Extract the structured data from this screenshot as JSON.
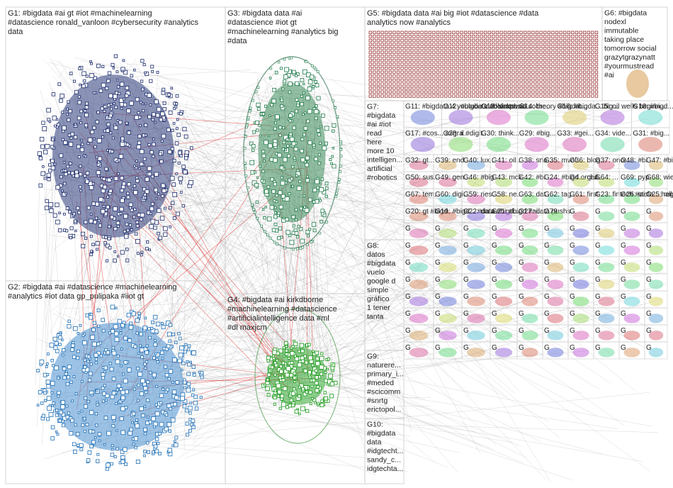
{
  "title": "",
  "groups": [
    {
      "id": "G1",
      "label": "G1: #bigdata #ai gt #iot #machinelearning #datascience ronald_vanloon #cybersecurity #analytics data",
      "color": "#1a2a6c"
    },
    {
      "id": "G2",
      "label": "G2: #bigdata #ai #datascience #machinelearning #analytics #iot data gp_pulipaka #iiot gt",
      "color": "#1f6fb5"
    },
    {
      "id": "G3",
      "label": "G3: #bigdata data #ai #datascience #iot gt #machinelearning #analytics big #data",
      "color": "#1e7a4a"
    },
    {
      "id": "G4",
      "label": "G4: #bigdata #ai kirkdborne #machinelearning #datascience #artificialintelligence data #ml #dl maxjcm",
      "color": "#1a9a1a"
    },
    {
      "id": "G5",
      "label": "G5: #bigdata data #ai big #iot #datascience #data analytics now #analytics",
      "color": "#8b1a1a"
    },
    {
      "id": "G6",
      "label": "G6: #bigdata nodexl immutable taking place tomorrow social grazytgrazynatt #yourmustread #ai",
      "color": "#b8860b"
    },
    {
      "id": "G7",
      "label": "G7: #bigdata #ai #iot read here more 10 intelligen... artificial #robotics",
      "color": "#c8a000"
    },
    {
      "id": "G8",
      "label": "G8: datos #bigdata vuelo google d simple gráfico 1 tener tanta",
      "color": "#808080"
    },
    {
      "id": "G9",
      "label": "G9: naturere... primary_i... #meded #scicomm #snrtg erictopol...",
      "color": "#7a5c2e"
    },
    {
      "id": "G10",
      "label": "G10: #bigdata data #idgtecht... sandy_c... idgtechta...",
      "color": "#5a5a5a"
    }
  ],
  "small_groups": [
    {
      "id": "G11",
      "text": "G11: #bigdata 4 youtube vladobotsvad..."
    },
    {
      "id": "G12",
      "text": "G12: #bigdata #blockch..."
    },
    {
      "id": "G13",
      "text": "G13: simposio sobre..."
    },
    {
      "id": "G14",
      "text": "G14: theory #bigdat..."
    },
    {
      "id": "G16",
      "text": "G16: #bigda... big..."
    },
    {
      "id": "G15",
      "text": "G15: oil wells beginn..."
    },
    {
      "id": "G18",
      "text": "G18: #bigd... #ai..."
    },
    {
      "id": "G17",
      "text": "G17: #cos... migra..."
    },
    {
      "id": "G28",
      "text": "G28: il #digit..."
    },
    {
      "id": "G30",
      "text": "G30: think..."
    },
    {
      "id": "G29",
      "text": "G29: #big..."
    },
    {
      "id": "G33",
      "text": "G33: #gei..."
    },
    {
      "id": "G34",
      "text": "G34: vide..."
    },
    {
      "id": "G31",
      "text": "G31: #big..."
    },
    {
      "id": "G32",
      "text": "G32: gt..."
    },
    {
      "id": "G39",
      "text": "G39: end..."
    },
    {
      "id": "G40",
      "text": "G40: lux..."
    },
    {
      "id": "G41",
      "text": "G41: oil..."
    },
    {
      "id": "G38",
      "text": "G38: sna..."
    },
    {
      "id": "G35",
      "text": "G35: mvol..."
    },
    {
      "id": "G36",
      "text": "G36: blog..."
    },
    {
      "id": "G37",
      "text": "G37: onor..."
    },
    {
      "id": "G48",
      "text": "G48: #bi..."
    },
    {
      "id": "G47",
      "text": "G47: #big..."
    },
    {
      "id": "G50",
      "text": "G50: sus..."
    },
    {
      "id": "G49",
      "text": "G49: gen..."
    },
    {
      "id": "G46",
      "text": "G46: #big..."
    },
    {
      "id": "G43",
      "text": "G43: mck..."
    },
    {
      "id": "G42",
      "text": "G42: #bi..."
    },
    {
      "id": "G24",
      "text": "G24: #bigd organ..."
    },
    {
      "id": "G4x",
      "text": "G4... chil..."
    },
    {
      "id": "G64",
      "text": "G64: ..."
    },
    {
      "id": "G69",
      "text": "G69: pyp..."
    },
    {
      "id": "G68",
      "text": "G68: wie..."
    },
    {
      "id": "G67",
      "text": "G67: tem..."
    },
    {
      "id": "G60",
      "text": "G60: digi..."
    },
    {
      "id": "G59",
      "text": "G59: ries..."
    },
    {
      "id": "G58",
      "text": "G58: ne..."
    },
    {
      "id": "G63",
      "text": "G63: dat..."
    },
    {
      "id": "G62",
      "text": "G62: tag..."
    },
    {
      "id": "G61",
      "text": "G61: first..."
    },
    {
      "id": "G23",
      "text": "G23: fintech #ai..."
    },
    {
      "id": "G26",
      "text": "G26: stefa... hallas..."
    },
    {
      "id": "G25",
      "text": "G25: regio... #bigd..."
    },
    {
      "id": "G20",
      "text": "G20: gt #bigd..."
    },
    {
      "id": "G19",
      "text": "G19: #bigd... #data..."
    },
    {
      "id": "G22",
      "text": "G22: data #bigd..."
    },
    {
      "id": "G21",
      "text": "G21: #bigd #ai..."
    },
    {
      "id": "G27",
      "text": "G27: data pushs..."
    },
    {
      "id": "G79",
      "text": "G79"
    }
  ],
  "colors": {
    "edge": "#9a9a9a",
    "edge_red": "#e03030",
    "border": "#cccccc",
    "node_dark": "#1a2a6c",
    "node_blue": "#1f6fb5",
    "node_green": "#1e7a4a",
    "node_lime": "#1a9a1a",
    "node_red": "#8b1a1a"
  }
}
